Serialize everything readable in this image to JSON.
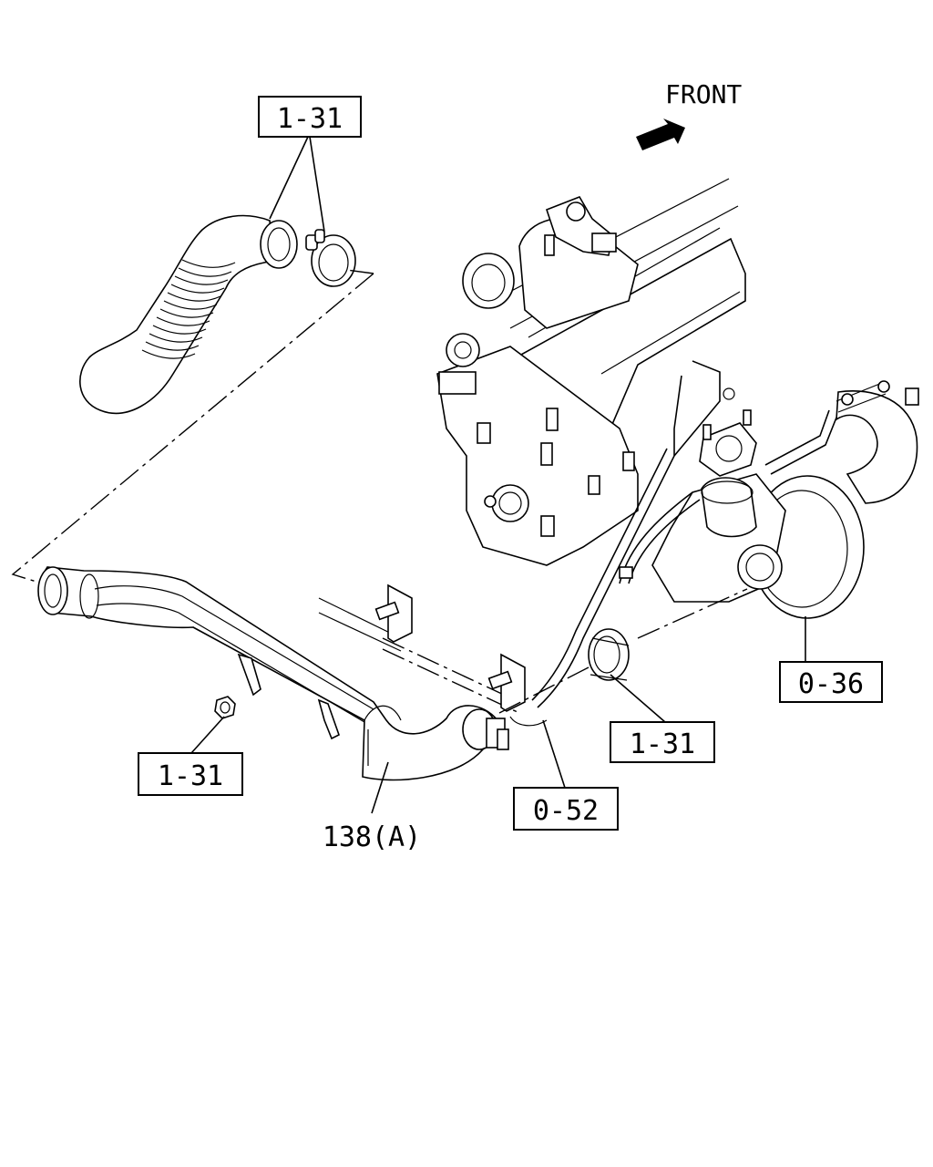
{
  "direction_label": "FRONT",
  "callouts": {
    "top_hose": "1-31",
    "turbo": "0-36",
    "seal": "1-31",
    "nut": "1-31",
    "bracket": "0-52",
    "pipe": "138(A)"
  }
}
